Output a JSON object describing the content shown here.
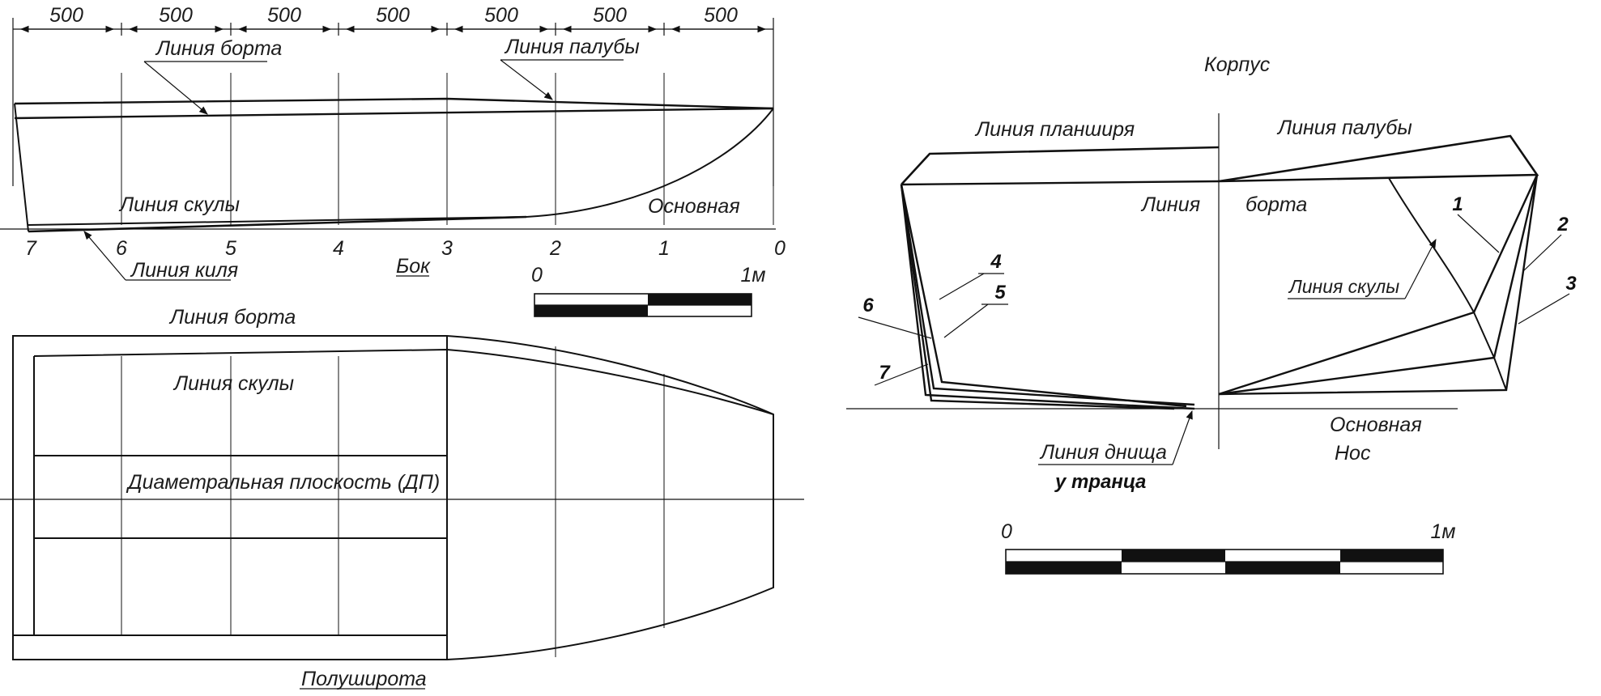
{
  "side_view": {
    "dimension_labels": [
      "500",
      "500",
      "500",
      "500",
      "500",
      "500",
      "500"
    ],
    "station_labels": [
      "7",
      "6",
      "5",
      "4",
      "3",
      "2",
      "1",
      "0"
    ],
    "label_line_borta": "Линия борта",
    "label_line_paluby": "Линия палубы",
    "label_line_skuly": "Линия скулы",
    "label_osnovnaya": "Основная",
    "label_line_kilya": "Линия киля",
    "view_title": "Бок",
    "scale": {
      "start": "0",
      "end": "1м"
    }
  },
  "plan_view": {
    "label_line_borta": "Линия борта",
    "label_line_skuly": "Линия скулы",
    "label_dp": "Диаметральная плоскость (ДП)",
    "view_title": "Полуширота"
  },
  "body_view": {
    "view_title": "Корпус",
    "label_line_planshirya": "Линия планширя",
    "label_line_paluby": "Линия палубы",
    "label_liniya": "Линия",
    "label_borta": "борта",
    "label_line_skuly": "Линия  скулы",
    "label_osnovnaya": "Основная",
    "label_nos": "Нос",
    "label_line_dnishcha": "Линия днища",
    "label_u_tranca": "у транца",
    "section_numbers": [
      "1",
      "2",
      "3",
      "4",
      "5",
      "6",
      "7"
    ],
    "scale": {
      "start": "0",
      "end": "1м"
    }
  }
}
